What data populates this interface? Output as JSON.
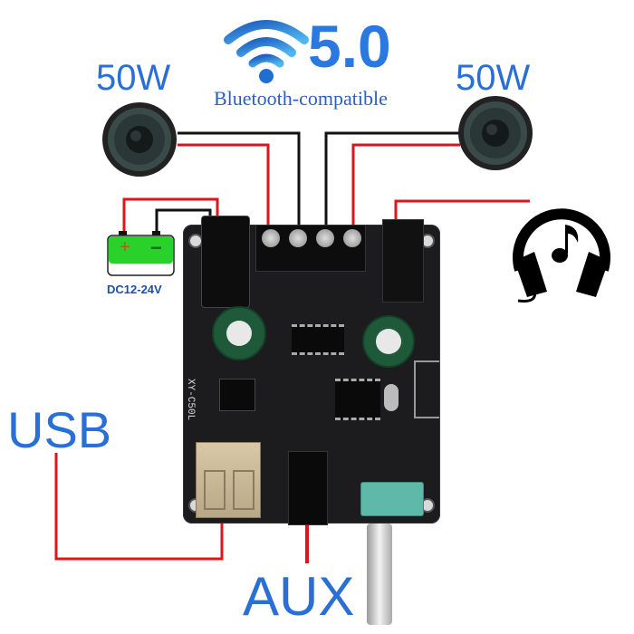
{
  "header": {
    "bt_version": "5.0",
    "bt_subtitle": "Bluetooth-compatible",
    "wifi_icon": "wireless-signal-icon"
  },
  "speakers": {
    "left": {
      "label": "50W",
      "icon": "speaker-icon"
    },
    "right": {
      "label": "50W",
      "icon": "speaker-icon"
    }
  },
  "power": {
    "label": "DC12-24V",
    "plus": "+",
    "minus": "−",
    "icon": "battery-icon"
  },
  "headphones": {
    "icon": "headphones-music-icon"
  },
  "ports": {
    "usb_label": "USB",
    "aux_label": "AUX"
  },
  "board": {
    "model": "XY-C50L",
    "terminal_count": 4
  },
  "colors": {
    "label_blue": "#2a6fd6",
    "wire_red": "#e0151b",
    "wire_black": "#111111",
    "battery_green": "#2bd12b",
    "board_black": "#1c1c1e",
    "pot_teal": "#5fb9a8"
  }
}
